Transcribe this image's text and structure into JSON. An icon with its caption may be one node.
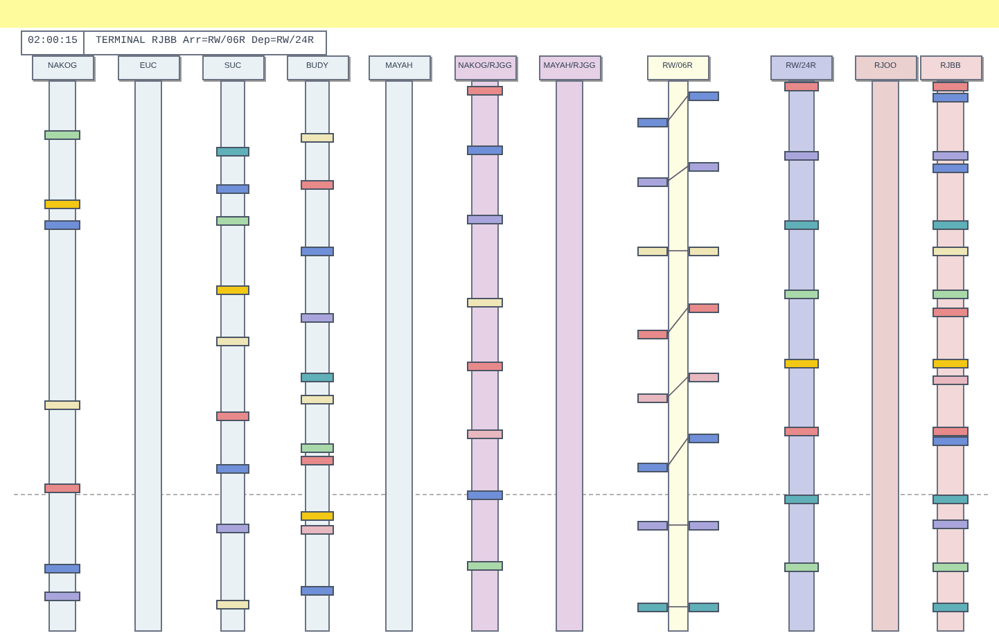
{
  "diagram": {
    "title": "TERMINAL RJBB Arr=RW/06R Dep=RW/24R",
    "nodes": [
      {
        "text": [
          "NAKOG"
        ]
      },
      {
        "text": [],
        "shape": "bar",
        "in": 0
      },
      {
        "text": [],
        "shape": "bar",
        "in": 0
      },
      {
        "text": [],
        "shape": "bar",
        "in": 0
      },
      {
        "text": [],
        "shape": "bar",
        "in": 0
      },
      {
        "text": [],
        "shape": "bar",
        "in": 0
      },
      {
        "text": [],
        "shape": "bar",
        "in": 0
      },
      {
        "text": [],
        "shape": "bar",
        "in": 0
      },
      {
        "text": [
          "EUC"
        ]
      },
      {
        "text": [
          "SUC"
        ]
      },
      {
        "text": [],
        "shape": "bar",
        "in": 9
      },
      {
        "text": [],
        "shape": "bar",
        "in": 9
      },
      {
        "text": [],
        "shape": "bar",
        "in": 9
      },
      {
        "text": [],
        "shape": "bar",
        "in": 9
      },
      {
        "text": [],
        "shape": "bar",
        "in": 9
      },
      {
        "text": [],
        "shape": "bar",
        "in": 9
      },
      {
        "text": [],
        "shape": "bar",
        "in": 9
      },
      {
        "text": [],
        "shape": "bar",
        "in": 9
      },
      {
        "text": [],
        "shape": "bar",
        "in": 9
      },
      {
        "text": [
          "BUDY"
        ]
      },
      {
        "text": [],
        "shape": "bar",
        "in": 19
      },
      {
        "text": [],
        "shape": "bar",
        "in": 19
      },
      {
        "text": [],
        "shape": "bar",
        "in": 19
      },
      {
        "text": [],
        "shape": "bar",
        "in": 19
      },
      {
        "text": [],
        "shape": "bar",
        "in": 19
      },
      {
        "text": [],
        "shape": "bar",
        "in": 19
      },
      {
        "text": [],
        "shape": "bar",
        "in": 19
      },
      {
        "text": [],
        "shape": "bar",
        "in": 19
      },
      {
        "text": [],
        "shape": "bar",
        "in": 19
      },
      {
        "text": [],
        "shape": "bar",
        "in": 19
      },
      {
        "text": [],
        "shape": "bar",
        "in": 19
      },
      {
        "text": [
          "MAYAH"
        ]
      },
      {
        "text": [
          "NAKOG/RJGG"
        ]
      },
      {
        "text": [],
        "shape": "bar",
        "in": 32
      },
      {
        "text": [],
        "shape": "bar",
        "in": 32
      },
      {
        "text": [],
        "shape": "bar",
        "in": 32
      },
      {
        "text": [],
        "shape": "bar",
        "in": 32
      },
      {
        "text": [],
        "shape": "bar",
        "in": 32
      },
      {
        "text": [],
        "shape": "bar",
        "in": 32
      },
      {
        "text": [],
        "shape": "bar",
        "in": 32
      },
      {
        "text": [],
        "shape": "bar",
        "in": 32
      },
      {
        "text": [
          "MAYAH/RJGG"
        ]
      },
      {
        "text": [
          "RW/06R"
        ]
      },
      {
        "text": [],
        "shape": "bar",
        "in": 42
      },
      {
        "text": [],
        "shape": "bar",
        "in": 42
      },
      {
        "text": [],
        "shape": "bar",
        "in": 42
      },
      {
        "text": [],
        "shape": "bar",
        "in": 42
      },
      {
        "text": [],
        "shape": "bar",
        "in": 42
      },
      {
        "text": [],
        "shape": "bar",
        "in": 42
      },
      {
        "text": [],
        "shape": "bar",
        "in": 42
      },
      {
        "text": [],
        "shape": "bar",
        "in": 42
      },
      {
        "text": [],
        "shape": "bar",
        "in": 42
      },
      {
        "text": [],
        "shape": "bar",
        "in": 42
      },
      {
        "text": [],
        "shape": "bar",
        "in": 42
      },
      {
        "text": [],
        "shape": "bar",
        "in": 42
      },
      {
        "text": [],
        "shape": "bar",
        "in": 42
      },
      {
        "text": [],
        "shape": "bar",
        "in": 42
      },
      {
        "text": [],
        "shape": "bar",
        "in": 42
      },
      {
        "text": [],
        "shape": "bar",
        "in": 42
      },
      {
        "text": [
          "RW/24R"
        ]
      },
      {
        "text": [],
        "shape": "bar",
        "in": 59
      },
      {
        "text": [],
        "shape": "bar",
        "in": 59
      },
      {
        "text": [],
        "shape": "bar",
        "in": 59
      },
      {
        "text": [],
        "shape": "bar",
        "in": 59
      },
      {
        "text": [],
        "shape": "bar",
        "in": 59
      },
      {
        "text": [],
        "shape": "bar",
        "in": 59
      },
      {
        "text": [],
        "shape": "bar",
        "in": 59
      },
      {
        "text": [],
        "shape": "bar",
        "in": 59
      },
      {
        "text": [
          "RJOO"
        ]
      },
      {
        "text": [
          "RJBB"
        ]
      },
      {
        "text": [],
        "shape": "bar",
        "in": 69
      },
      {
        "text": [],
        "shape": "bar",
        "in": 69
      },
      {
        "text": [],
        "shape": "bar",
        "in": 69
      },
      {
        "text": [],
        "shape": "bar",
        "in": 69
      },
      {
        "text": [],
        "shape": "bar",
        "in": 69
      },
      {
        "text": [],
        "shape": "bar",
        "in": 69
      },
      {
        "text": [],
        "shape": "bar",
        "in": 69
      },
      {
        "text": [],
        "shape": "bar",
        "in": 69
      },
      {
        "text": [],
        "shape": "bar",
        "in": 69
      },
      {
        "text": [],
        "shape": "bar",
        "in": 69
      },
      {
        "text": [],
        "shape": "bar",
        "in": 69
      },
      {
        "text": [],
        "shape": "bar",
        "in": 69
      },
      {
        "text": [],
        "shape": "bar",
        "in": 69
      },
      {
        "text": [],
        "shape": "bar",
        "in": 69
      },
      {
        "text": [],
        "shape": "bar",
        "in": 69
      },
      {
        "text": [],
        "shape": "bar",
        "in": 69
      }
    ],
    "edges": [
      {
        "from": 43,
        "to": 51,
        "arrow": "none"
      },
      {
        "from": 44,
        "to": 52,
        "arrow": "none"
      },
      {
        "from": 45,
        "to": 53,
        "arrow": "none"
      },
      {
        "from": 46,
        "to": 54,
        "arrow": "none"
      },
      {
        "from": 47,
        "to": 55,
        "arrow": "none"
      },
      {
        "from": 48,
        "to": 56,
        "arrow": "none"
      },
      {
        "from": 49,
        "to": 57,
        "arrow": "none"
      },
      {
        "from": 50,
        "to": 58,
        "arrow": "none"
      }
    ],
    "labels": [
      "02:00:15"
    ]
  }
}
